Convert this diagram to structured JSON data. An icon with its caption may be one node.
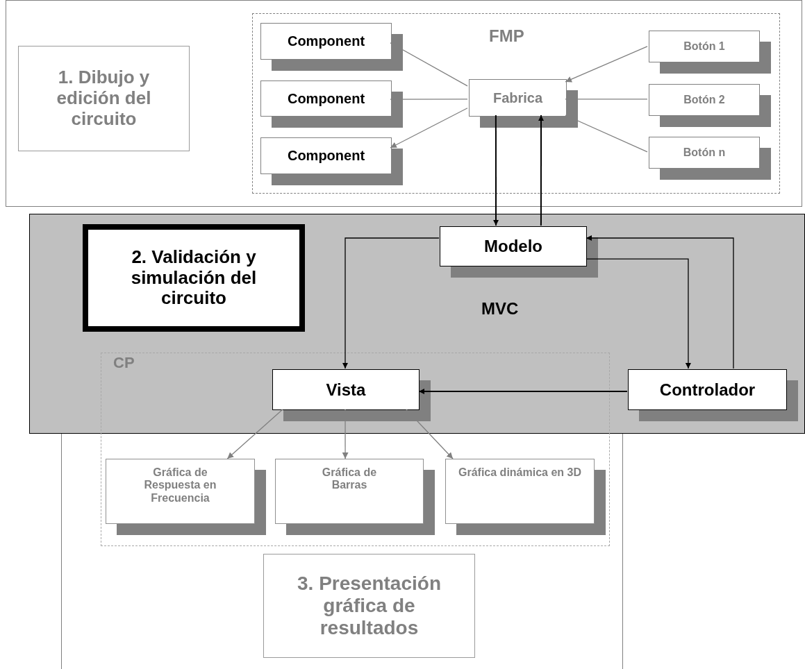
{
  "diagram": {
    "nodes": [
      {
        "text": [],
        "shape": "box"
      },
      {
        "text": [
          "1. Dibujo y edición del circuito"
        ],
        "in": 0
      },
      {
        "text": [
          "FMP"
        ],
        "in": 0
      },
      {
        "text": [
          "Component"
        ],
        "in": 2
      },
      {
        "text": [
          "Component"
        ],
        "in": 2
      },
      {
        "text": [
          "Component"
        ],
        "in": 2
      },
      {
        "text": [
          "Fabrica"
        ],
        "in": 2
      },
      {
        "text": [
          "Botón 1"
        ],
        "in": 2
      },
      {
        "text": [
          "Botón 2"
        ],
        "in": 2
      },
      {
        "text": [
          "Botón n"
        ],
        "in": 2
      },
      {
        "text": [
          "MVC"
        ]
      },
      {
        "text": [
          "2. Validación y simulación del circuito"
        ],
        "in": 10
      },
      {
        "text": [
          "Modelo"
        ],
        "in": 10
      },
      {
        "text": [
          "Controlador"
        ],
        "in": 10
      },
      {
        "text": [],
        "shape": "box"
      },
      {
        "text": [
          "Vista"
        ],
        "in": 10
      },
      {
        "text": [
          "Gráfica de Respuesta en Frecuencia"
        ],
        "in": 14
      },
      {
        "text": [
          "Gráfica de Barras"
        ],
        "in": 14
      },
      {
        "text": [
          "Gráfica dinámica en 3D"
        ],
        "in": 14
      },
      {
        "text": [
          "3. Presentación gráfica de resultados"
        ],
        "in": 14
      }
    ],
    "edges": [
      {
        "from": 6,
        "to": 3,
        "arrow": "to"
      },
      {
        "from": 6,
        "to": 4,
        "arrow": "none"
      },
      {
        "from": 6,
        "to": 5,
        "arrow": "to"
      },
      {
        "from": 7,
        "to": 6,
        "arrow": "to"
      },
      {
        "from": 8,
        "to": 6,
        "arrow": "none"
      },
      {
        "from": 9,
        "to": 6,
        "arrow": "none"
      },
      {
        "from": 6,
        "to": 12,
        "arrow": "to",
        "color": "#000000"
      },
      {
        "from": 12,
        "to": 6,
        "arrow": "to",
        "color": "#000000"
      },
      {
        "from": 12,
        "to": 15,
        "arrow": "to",
        "color": "#000000"
      },
      {
        "from": 12,
        "to": 13,
        "arrow": "to",
        "color": "#000000"
      },
      {
        "from": 13,
        "to": 12,
        "arrow": "to",
        "color": "#000000"
      },
      {
        "from": 13,
        "to": 15,
        "arrow": "to",
        "color": "#000000"
      },
      {
        "from": 15,
        "to": 16,
        "arrow": "to"
      },
      {
        "from": 15,
        "to": 17,
        "arrow": "to"
      },
      {
        "from": 15,
        "to": 18,
        "arrow": "to"
      }
    ],
    "labels": [
      "CP"
    ]
  }
}
